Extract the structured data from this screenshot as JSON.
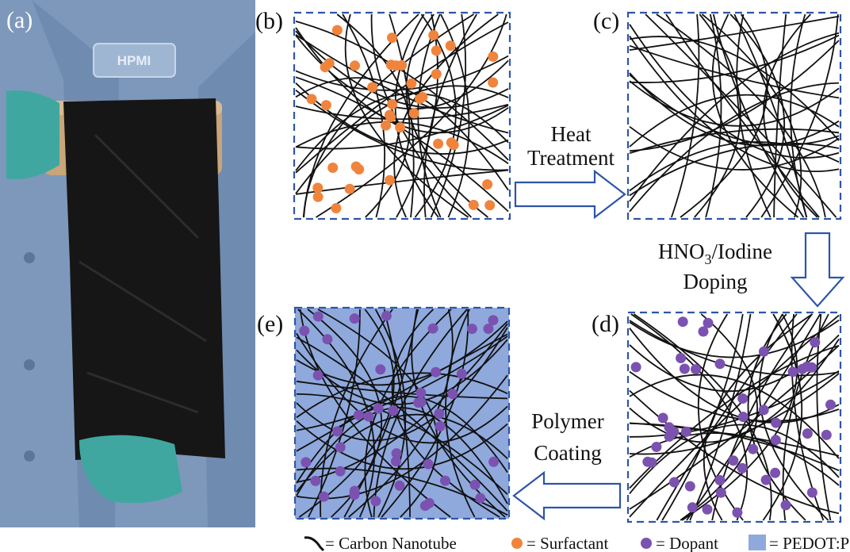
{
  "figure": {
    "panels": {
      "a": "(a)",
      "b": "(b)",
      "c": "(c)",
      "d": "(d)",
      "e": "(e)"
    },
    "photo": {
      "badge_text": "HPMI"
    },
    "steps": {
      "heat_treatment": [
        "Heat",
        "Treatment"
      ],
      "doping": {
        "formula_main": "HNO",
        "formula_sub": "3",
        "formula_rest": "/Iodine",
        "line2": "Doping"
      },
      "polymer_coating": [
        "Polymer",
        "Coating"
      ]
    },
    "legend": {
      "carbon_nanotube": "= Carbon Nanotube",
      "surfactant": "= Surfactant",
      "dopant": "= Dopant",
      "pedot_pss": "= PEDOT:PSS"
    }
  },
  "colors": {
    "panel_border": "#2e55a8",
    "arrow": "#2e55a8",
    "surfactant": "#f0843c",
    "dopant": "#7b52b0",
    "pedot_fill": "#8fa9dc",
    "nanotube": "#111111",
    "coat": "#7b96bd",
    "cnt_sheet": "#161616",
    "glove": "#3fa7a0"
  }
}
